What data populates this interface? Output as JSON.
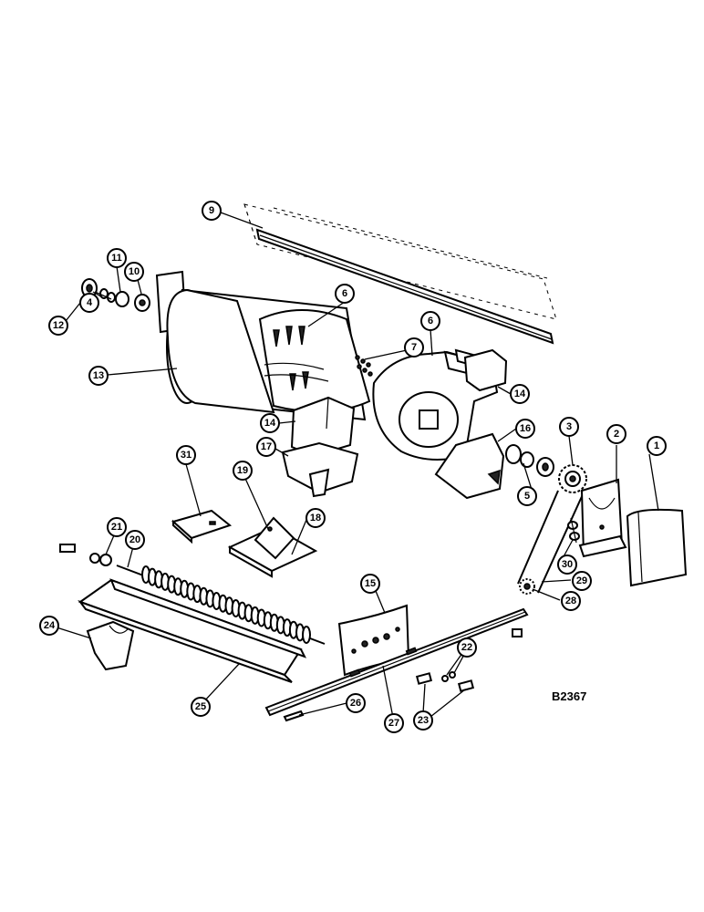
{
  "drawing_ref": "B2367",
  "callouts": [
    {
      "key": "c1",
      "label": "1"
    },
    {
      "key": "c2",
      "label": "2"
    },
    {
      "key": "c3",
      "label": "3"
    },
    {
      "key": "c4",
      "label": "4"
    },
    {
      "key": "c5",
      "label": "5"
    },
    {
      "key": "c6a",
      "label": "6"
    },
    {
      "key": "c6b",
      "label": "6"
    },
    {
      "key": "c7",
      "label": "7"
    },
    {
      "key": "c9",
      "label": "9"
    },
    {
      "key": "c10",
      "label": "10"
    },
    {
      "key": "c11",
      "label": "11"
    },
    {
      "key": "c12",
      "label": "12"
    },
    {
      "key": "c13",
      "label": "13"
    },
    {
      "key": "c14a",
      "label": "14"
    },
    {
      "key": "c14b",
      "label": "14"
    },
    {
      "key": "c15",
      "label": "15"
    },
    {
      "key": "c16",
      "label": "16"
    },
    {
      "key": "c17",
      "label": "17"
    },
    {
      "key": "c18",
      "label": "18"
    },
    {
      "key": "c19",
      "label": "19"
    },
    {
      "key": "c20",
      "label": "20"
    },
    {
      "key": "c21",
      "label": "21"
    },
    {
      "key": "c22",
      "label": "22"
    },
    {
      "key": "c23",
      "label": "23"
    },
    {
      "key": "c24",
      "label": "24"
    },
    {
      "key": "c25",
      "label": "25"
    },
    {
      "key": "c26",
      "label": "26"
    },
    {
      "key": "c27",
      "label": "27"
    },
    {
      "key": "c28",
      "label": "28"
    },
    {
      "key": "c29",
      "label": "29"
    },
    {
      "key": "c30",
      "label": "30"
    },
    {
      "key": "c31",
      "label": "31"
    }
  ]
}
